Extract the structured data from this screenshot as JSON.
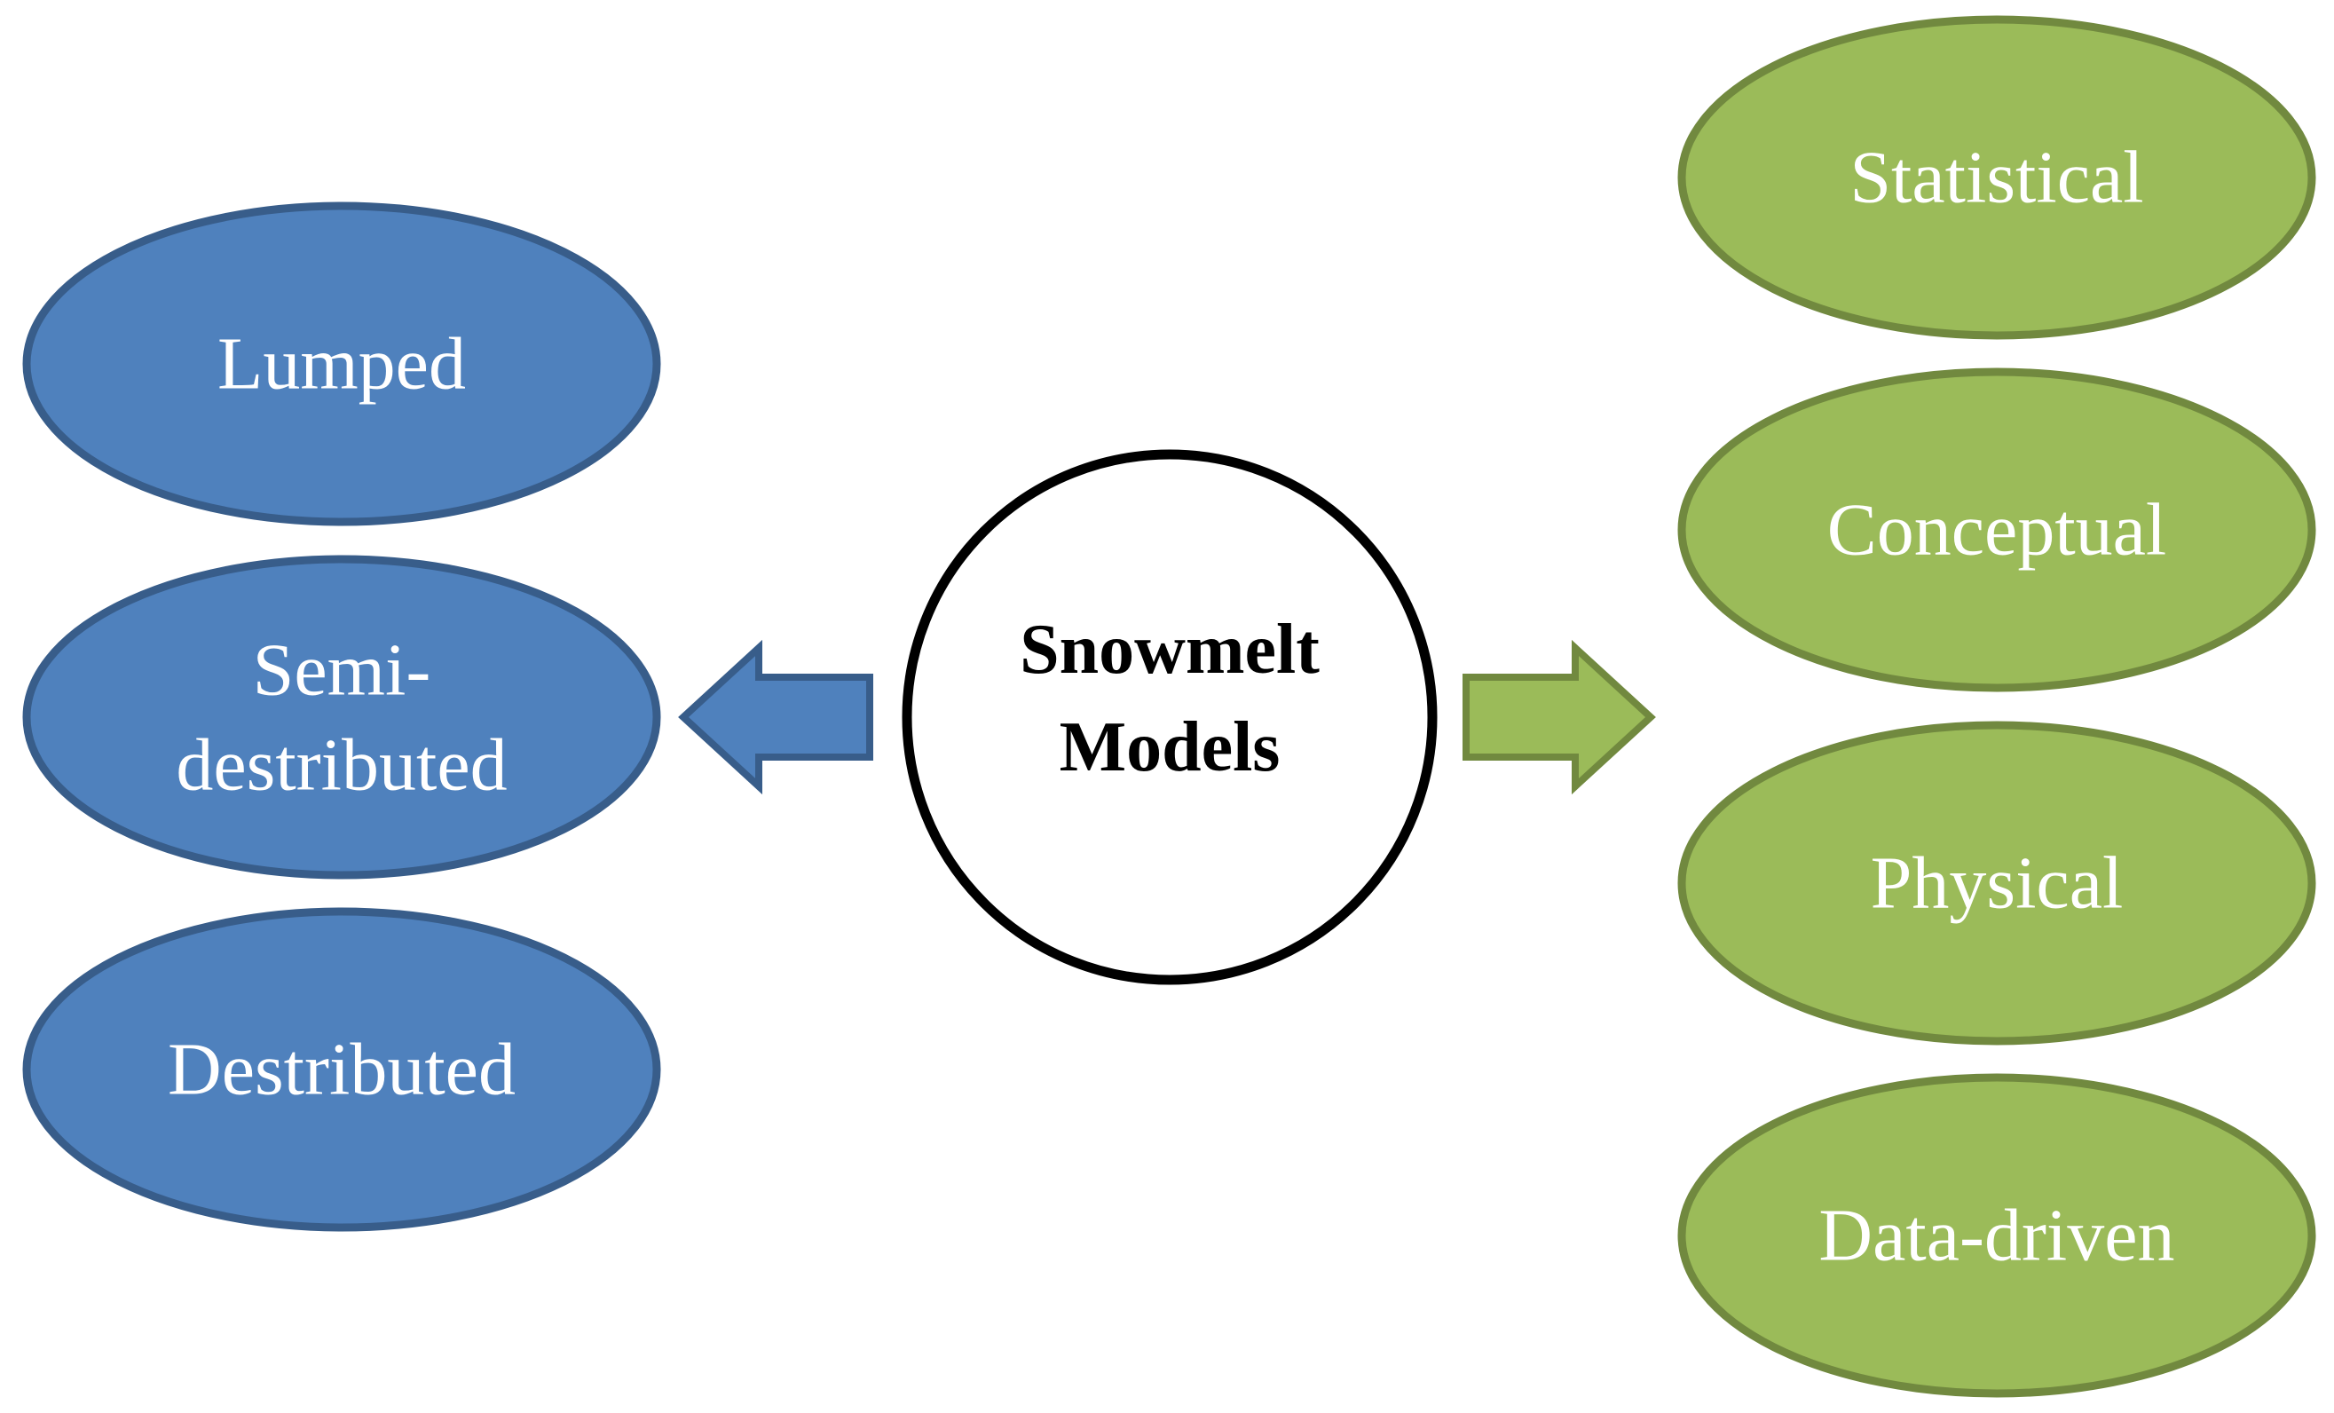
{
  "center": {
    "line1": "Snowmelt",
    "line2": "Models"
  },
  "left_group": {
    "color_fill": "#4f81bd",
    "color_border": "#385d8a",
    "items": [
      {
        "lines": [
          "Lumped"
        ]
      },
      {
        "lines": [
          "Semi-",
          "destributed"
        ]
      },
      {
        "lines": [
          "Destributed"
        ]
      }
    ]
  },
  "right_group": {
    "color_fill": "#9bbb59",
    "color_border": "#71893f",
    "items": [
      {
        "lines": [
          "Statistical"
        ]
      },
      {
        "lines": [
          "Conceptual"
        ]
      },
      {
        "lines": [
          "Physical"
        ]
      },
      {
        "lines": [
          "Data-driven"
        ]
      }
    ]
  },
  "arrows": [
    {
      "direction": "left",
      "color_fill": "#4f81bd",
      "color_border": "#385d8a"
    },
    {
      "direction": "right",
      "color_fill": "#9bbb59",
      "color_border": "#71893f"
    }
  ]
}
